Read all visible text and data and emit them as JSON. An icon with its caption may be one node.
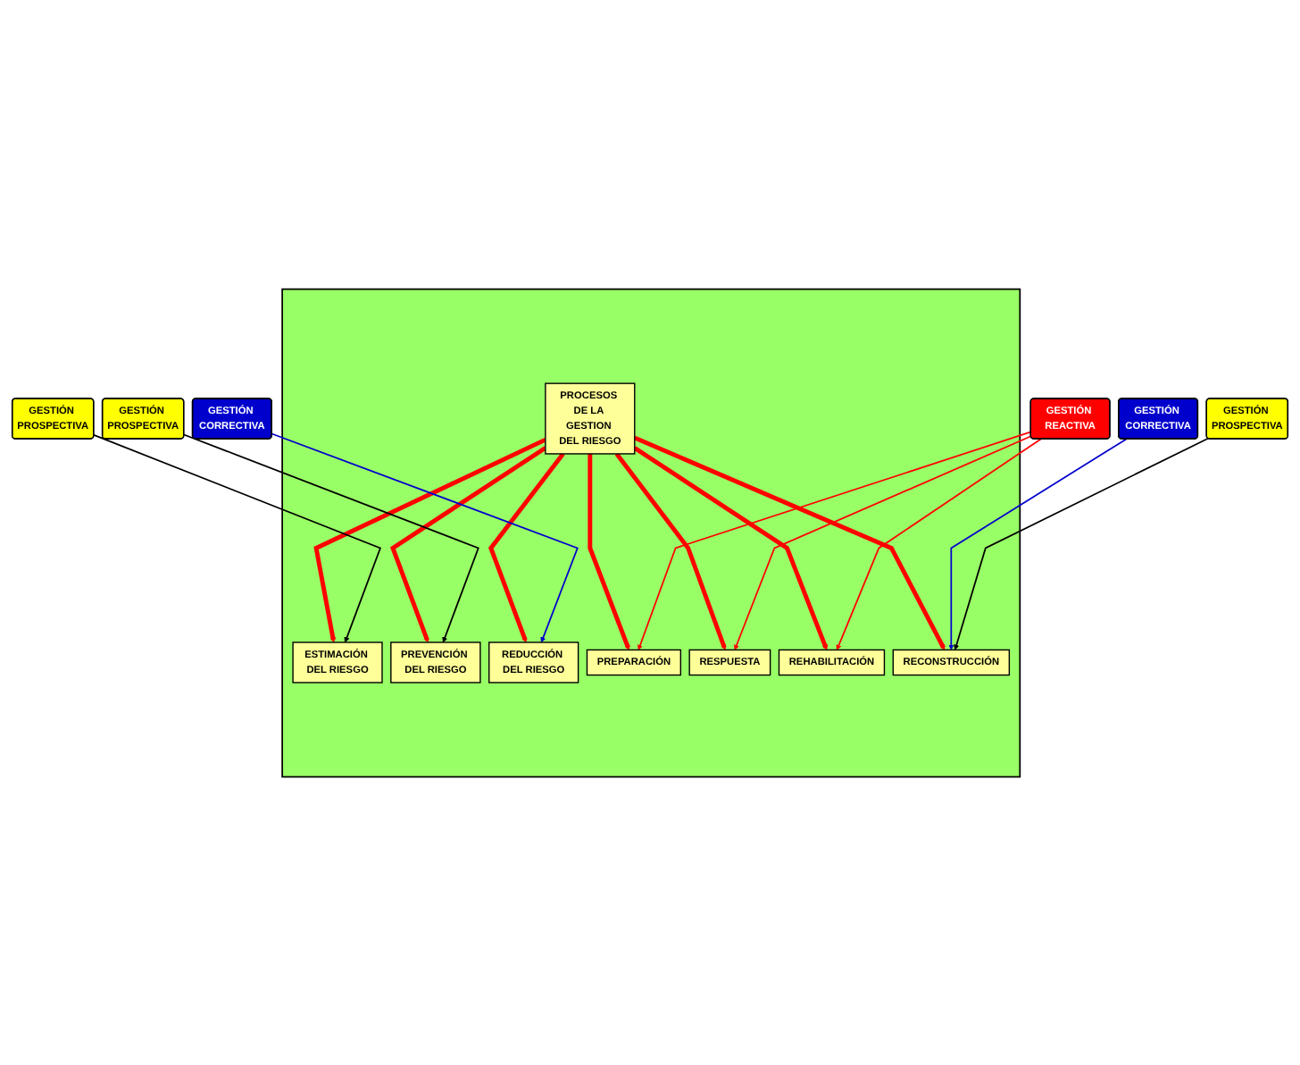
{
  "diagram": {
    "nodes": [
      {
        "text": [],
        "shape": "box"
      },
      {
        "text": [
          "PROCESOS DE LA GESTION DEL RIESGO"
        ],
        "in": 0
      },
      {
        "text": [
          "ESTIMACIÓN DEL RIESGO"
        ],
        "in": 0
      },
      {
        "text": [
          "GESTIÓN PROSPECTIVA"
        ]
      },
      {
        "text": [
          "PREVENCIÓN DEL RIESGO"
        ],
        "in": 0
      },
      {
        "text": [
          "GESTIÓN PROSPECTIVA"
        ]
      },
      {
        "text": [
          "REDUCCIÓN DEL RIESGO"
        ],
        "in": 0
      },
      {
        "text": [
          "GESTIÓN CORRECTIVA"
        ]
      },
      {
        "text": [
          "PREPARACIÓN"
        ],
        "in": 0
      },
      {
        "text": [
          "RESPUESTA"
        ],
        "in": 0
      },
      {
        "text": [
          "GESTIÓN REACTIVA"
        ]
      },
      {
        "text": [
          "REHABILITACIÓN"
        ],
        "in": 0
      },
      {
        "text": [
          "GESTIÓN CORRECTIVA"
        ]
      },
      {
        "text": [
          "RECONSTRUCCIÓN"
        ],
        "in": 0
      },
      {
        "text": [
          "GESTIÓN PROSPECTIVA"
        ]
      }
    ],
    "edges": [
      {
        "from": 1,
        "to": 2,
        "arrow": "to",
        "style": "thick"
      },
      {
        "from": 1,
        "to": 4,
        "arrow": "to",
        "style": "thick"
      },
      {
        "from": 1,
        "to": 6,
        "arrow": "to",
        "style": "thick"
      },
      {
        "from": 1,
        "to": 8,
        "arrow": "to",
        "style": "thick"
      },
      {
        "from": 1,
        "to": 9,
        "arrow": "to",
        "style": "thick"
      },
      {
        "from": 1,
        "to": 11,
        "arrow": "to",
        "style": "thick"
      },
      {
        "from": 1,
        "to": 13,
        "arrow": "to",
        "style": "thick"
      },
      {
        "from": 3,
        "to": 2,
        "arrow": "to",
        "color": "#000000"
      },
      {
        "from": 5,
        "to": 4,
        "arrow": "to",
        "color": "#000000"
      },
      {
        "from": 7,
        "to": 6,
        "arrow": "to",
        "color": "#0000cc"
      },
      {
        "from": 10,
        "to": 8,
        "arrow": "to"
      },
      {
        "from": 10,
        "to": 9,
        "arrow": "to"
      },
      {
        "from": 10,
        "to": 11,
        "arrow": "to"
      },
      {
        "from": 12,
        "to": 13,
        "arrow": "to",
        "color": "#0000cc"
      },
      {
        "from": 14,
        "to": 13,
        "arrow": "to",
        "color": "#000000"
      }
    ]
  }
}
